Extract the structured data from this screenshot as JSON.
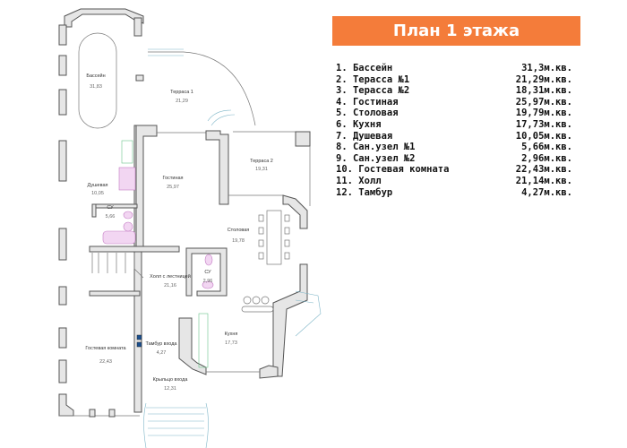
{
  "title": "План 1 этажа",
  "legend": [
    {
      "name": "1. Бассейн",
      "area": "31,3м.кв."
    },
    {
      "name": "2. Терасса №1",
      "area": "21,29м.кв."
    },
    {
      "name": "3. Терасса №2",
      "area": "18,31м.кв."
    },
    {
      "name": "4. Гостиная",
      "area": "25,97м.кв."
    },
    {
      "name": "5. Столовая",
      "area": "19,79м.кв."
    },
    {
      "name": "6. Кухня",
      "area": "17,73м.кв."
    },
    {
      "name": "7. Душевая",
      "area": "10,05м.кв."
    },
    {
      "name": "8. Сан.узел №1",
      "area": "5,66м.кв."
    },
    {
      "name": "9. Сан.узел №2",
      "area": "2,96м.кв."
    },
    {
      "name": "10. Гостевая комната",
      "area": "22,43м.кв."
    },
    {
      "name": "11. Холл",
      "area": "21,14м.кв."
    },
    {
      "name": "12. Тамбур",
      "area": "4,27м.кв."
    }
  ],
  "plan": {
    "rooms": [
      {
        "name": "Бассейн",
        "area": "31,83"
      },
      {
        "name": "Терраса 1",
        "area": "21,29"
      },
      {
        "name": "Терраса 2",
        "area": "19,31"
      },
      {
        "name": "Гостиная",
        "area": "25,97"
      },
      {
        "name": "Душевая",
        "area": "10,05"
      },
      {
        "name": "СУ",
        "area": "5,66"
      },
      {
        "name": "Столовая",
        "area": "19,78"
      },
      {
        "name": "Холл с лестницей",
        "area": "21,16"
      },
      {
        "name": "СУ",
        "area": "2,96"
      },
      {
        "name": "Кухня",
        "area": "17,73"
      },
      {
        "name": "Тамбур входа",
        "area": "4,27"
      },
      {
        "name": "Гостевая комната",
        "area": "22,43"
      },
      {
        "name": "Крыльцо входа",
        "area": "12,31"
      }
    ]
  },
  "colors": {
    "header": "#f47c3a"
  }
}
